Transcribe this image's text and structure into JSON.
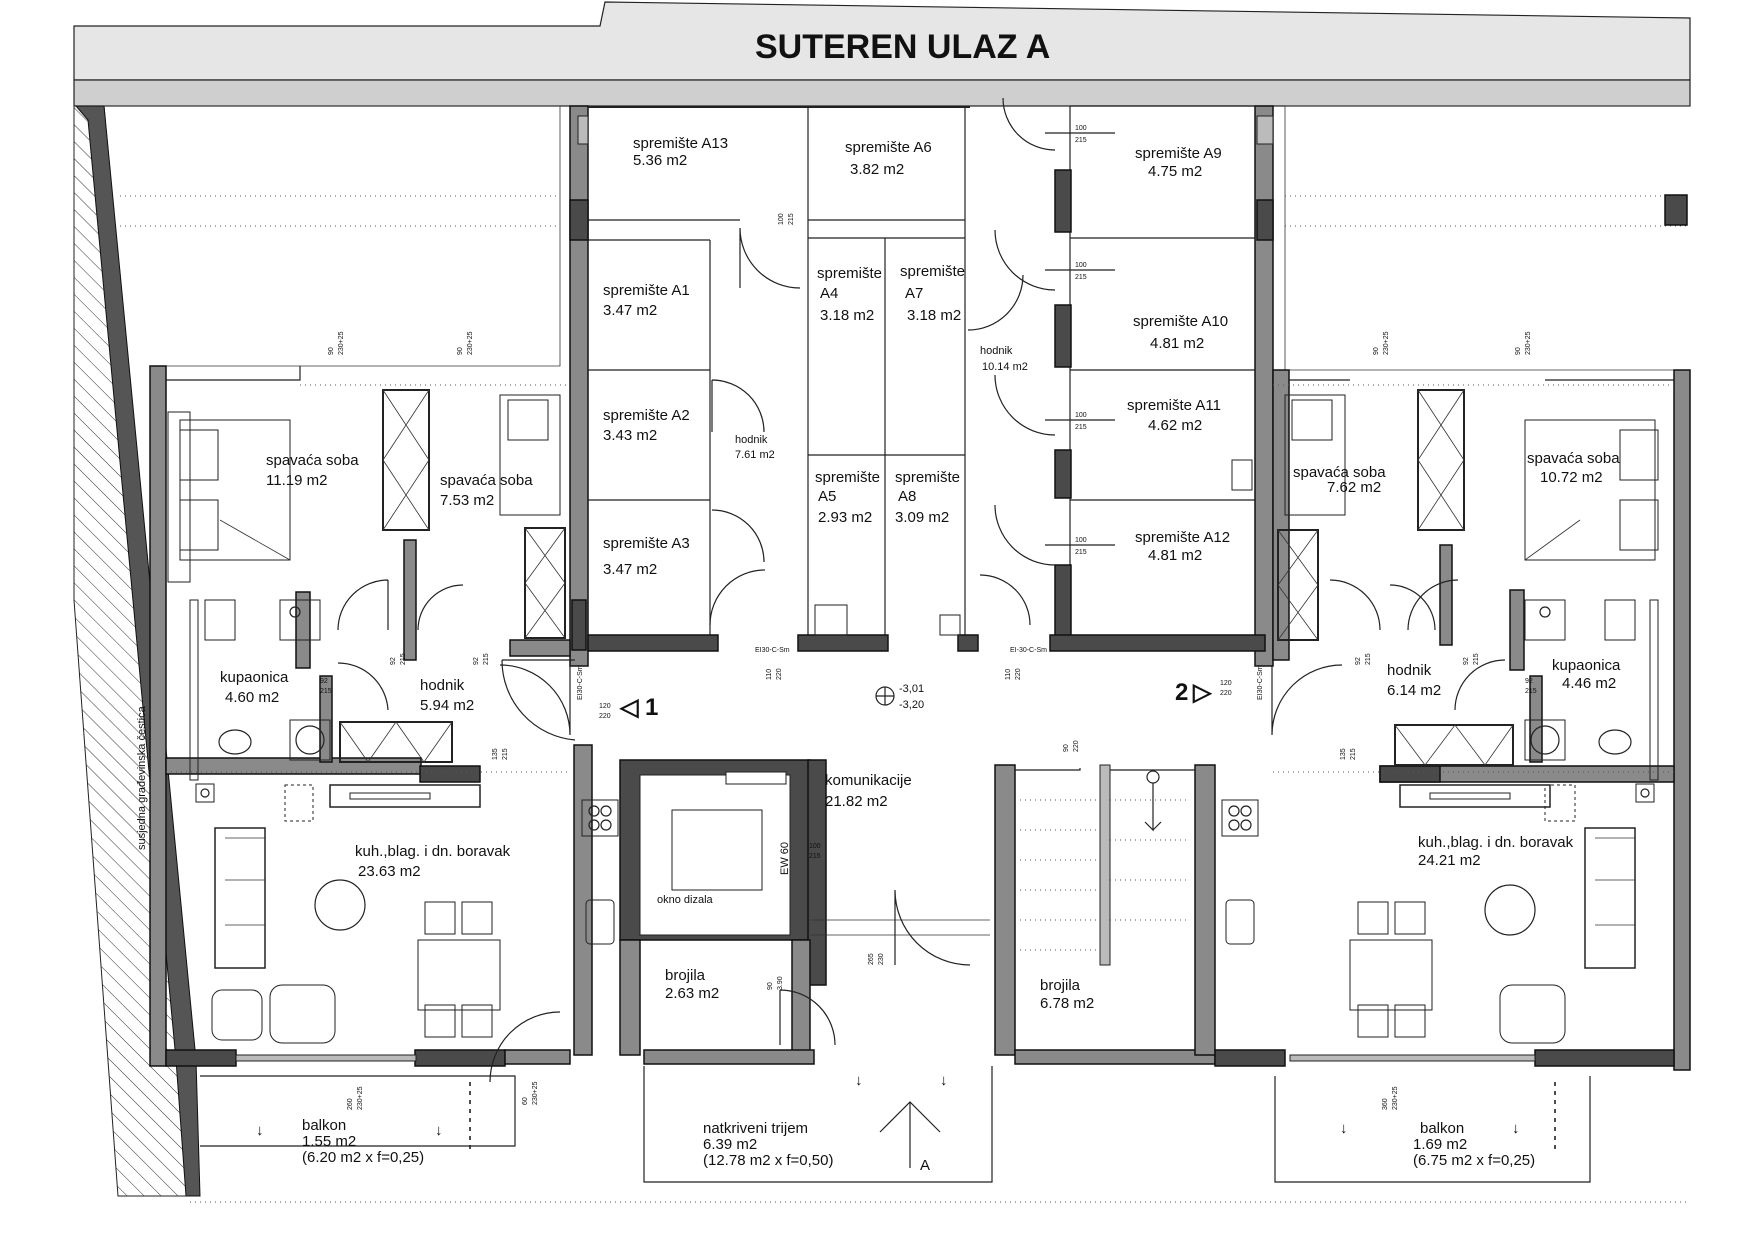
{
  "title": "SUTEREN  ULAZ A",
  "neighbor_plot_label": "susjedna građevinska čestica",
  "entrances": [
    "1",
    "2"
  ],
  "level_marker": {
    "upper": "-3,01",
    "lower": "-3,20"
  },
  "section_marker": "A",
  "rooms": {
    "storage_a13": {
      "name": "spremište A13",
      "area": "5.36 m2"
    },
    "storage_a6": {
      "name": "spremište A6",
      "area": "3.82 m2"
    },
    "storage_a9": {
      "name": "spremište A9",
      "area": "4.75 m2"
    },
    "storage_a1": {
      "name": "spremište A1",
      "area": "3.47 m2"
    },
    "storage_a4": {
      "name_line1": "spremište",
      "name_line2": "A4",
      "area": "3.18 m2"
    },
    "storage_a7": {
      "name_line1": "spremište",
      "name_line2": "A7",
      "area": "3.18 m2"
    },
    "storage_a10": {
      "name": "spremište A10",
      "area": "4.81 m2"
    },
    "storage_a2": {
      "name": "spremište A2",
      "area": "3.43 m2"
    },
    "storage_a11": {
      "name": "spremište A11",
      "area": "4.62 m2"
    },
    "storage_a5": {
      "name_line1": "spremište",
      "name_line2": "A5",
      "area": "2.93 m2"
    },
    "storage_a8": {
      "name_line1": "spremište",
      "name_line2": "A8",
      "area": "3.09 m2"
    },
    "storage_a3": {
      "name": "spremište A3",
      "area": "3.47 m2"
    },
    "storage_a12": {
      "name": "spremište A12",
      "area": "4.81 m2"
    },
    "corridor_left": {
      "name": "hodnik",
      "area": "7.61 m2"
    },
    "corridor_right": {
      "name": "hodnik",
      "area": "10.14 m2"
    },
    "left_bedroom_1": {
      "name": "spavaća soba",
      "area": "11.19 m2"
    },
    "left_bedroom_2": {
      "name": "spavaća soba",
      "area": "7.53 m2"
    },
    "left_bathroom": {
      "name": "kupaonica",
      "area": "4.60 m2"
    },
    "left_hall": {
      "name": "hodnik",
      "area": "5.94 m2"
    },
    "left_living": {
      "name": "kuh.,blag. i dn. boravak",
      "area": "23.63 m2"
    },
    "left_balcony": {
      "name": "balkon",
      "area": "1.55 m2",
      "calc": "(6.20 m2 x f=0,25)"
    },
    "communication": {
      "name": "komunikacije",
      "area": "21.82 m2"
    },
    "lift_shaft": {
      "name": "okno dizala"
    },
    "meters_small": {
      "name": "brojila",
      "area": "2.63 m2"
    },
    "meters_large": {
      "name": "brojila",
      "area": "6.78 m2"
    },
    "porch": {
      "name": "natkriveni trijem",
      "area": "6.39 m2",
      "calc": "(12.78 m2 x f=0,50)"
    },
    "right_bedroom_small": {
      "name": "spavaća soba",
      "area": "7.62 m2"
    },
    "right_bedroom_large": {
      "name": "spavaća soba",
      "area": "10.72 m2"
    },
    "right_hall": {
      "name": "hodnik",
      "area": "6.14 m2"
    },
    "right_bathroom": {
      "name": "kupaonica",
      "area": "4.46 m2"
    },
    "right_living": {
      "name": "kuh.,blag. i dn. boravak",
      "area": "24.21 m2"
    },
    "right_balcony": {
      "name": "balkon",
      "area": "1.69 m2",
      "calc": "(6.75 m2 x f=0,25)"
    }
  },
  "door_tags": {
    "fire_door": "EI30-C-Sm",
    "fire_door_alt": "EI-30-C-Sm",
    "lift_wall": "EW 60"
  },
  "dimension_tags": {
    "d100_215": [
      "100",
      "215"
    ],
    "d92_215": [
      "92",
      "215"
    ],
    "d110_220": [
      "110",
      "220"
    ],
    "d120_220": [
      "120",
      "220"
    ],
    "d90_220": [
      "90",
      "220"
    ],
    "d90_230": [
      "90",
      "230+25"
    ],
    "d100_215b": [
      "100",
      "215"
    ],
    "d265_230": [
      "265",
      "230"
    ],
    "d90_390": [
      "90",
      "3.90"
    ],
    "d260_230": [
      "260",
      "230+25"
    ],
    "d360_230": [
      "360",
      "230+25"
    ],
    "d135_215": [
      "135",
      "215"
    ],
    "d60_230": [
      "60",
      "230+25"
    ]
  }
}
